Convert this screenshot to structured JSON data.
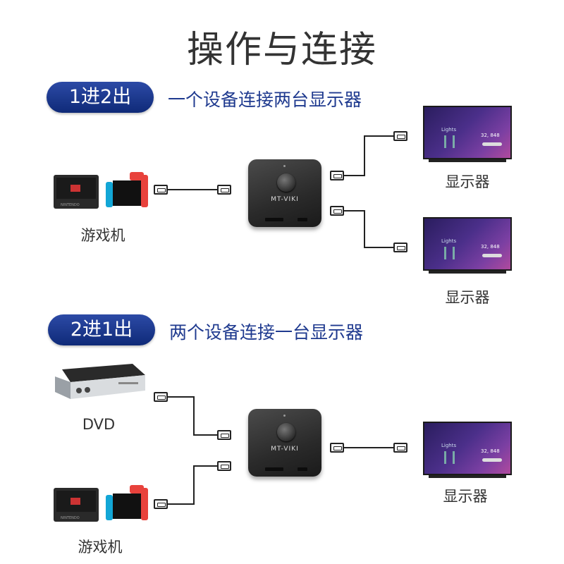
{
  "title": "操作与连接",
  "section1": {
    "pill": "1进2出",
    "subtitle": "一个设备连接两台显示器",
    "source_label": "游戏机",
    "display1_label": "显示器",
    "display2_label": "显示器"
  },
  "section2": {
    "pill": "2进1出",
    "subtitle": "两个设备连接一台显示器",
    "source1_label": "DVD",
    "source2_label": "游戏机",
    "display_label": "显示器"
  },
  "switch": {
    "brand": "MT-VIKI"
  },
  "tv_screen": {
    "title": "Lights",
    "value": "32, 848"
  },
  "colors": {
    "pill": "#0f2a78",
    "subtitle": "#1f3a8f",
    "text": "#333333"
  }
}
